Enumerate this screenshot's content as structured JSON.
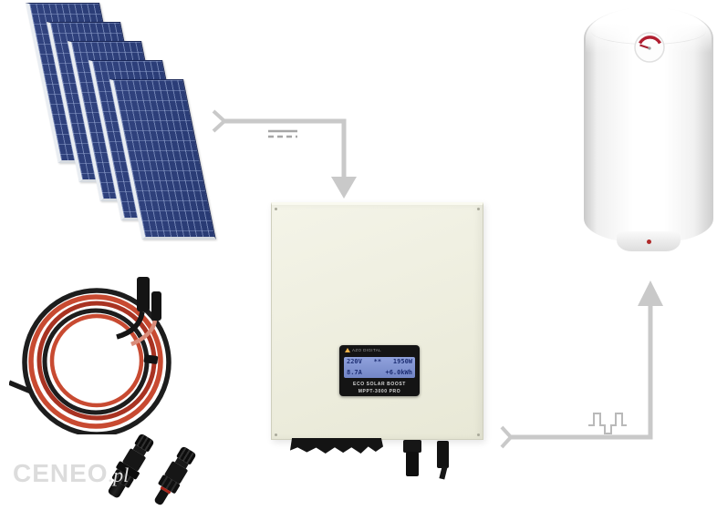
{
  "watermark": {
    "brand": "CENEO",
    "suffix": ".pl"
  },
  "inverter": {
    "brand": "AZO DIGITAL",
    "lcd": {
      "line1_left": "220V",
      "line1_mid": "**",
      "line1_right": "1950W",
      "line2_left": "8.7A",
      "line2_right": "+6.0kWh"
    },
    "model_line1": "ECO SOLAR BOOST",
    "model_line2": "MPPT-3000 PRO"
  },
  "components": {
    "solar_panel_count": 5,
    "items": [
      "solar-panel-array",
      "dc-flow-arrow",
      "solar-cable-coil",
      "mc4-connector-pair",
      "inverter",
      "water-heater-boiler",
      "ac-flow-arrow"
    ]
  },
  "icons": {
    "dc_symbol": "direct-current (solid line over dashed line)",
    "ac_symbol": "modified-square-wave",
    "gauge": "thermometer-dial"
  },
  "palette": {
    "background": "#ffffff",
    "arrow": "#c9c9c9",
    "panel_face": "#2c3e7e",
    "panel_grid": "#7c8fc4",
    "inverter_body": "#efefe2",
    "lcd_bg": "#8093d1",
    "lcd_text": "#1c2d72",
    "cable_red": "#c64a31",
    "cable_black": "#1d1d1d",
    "gauge_red": "#b01e30",
    "watermark": "#dcdcdc"
  }
}
